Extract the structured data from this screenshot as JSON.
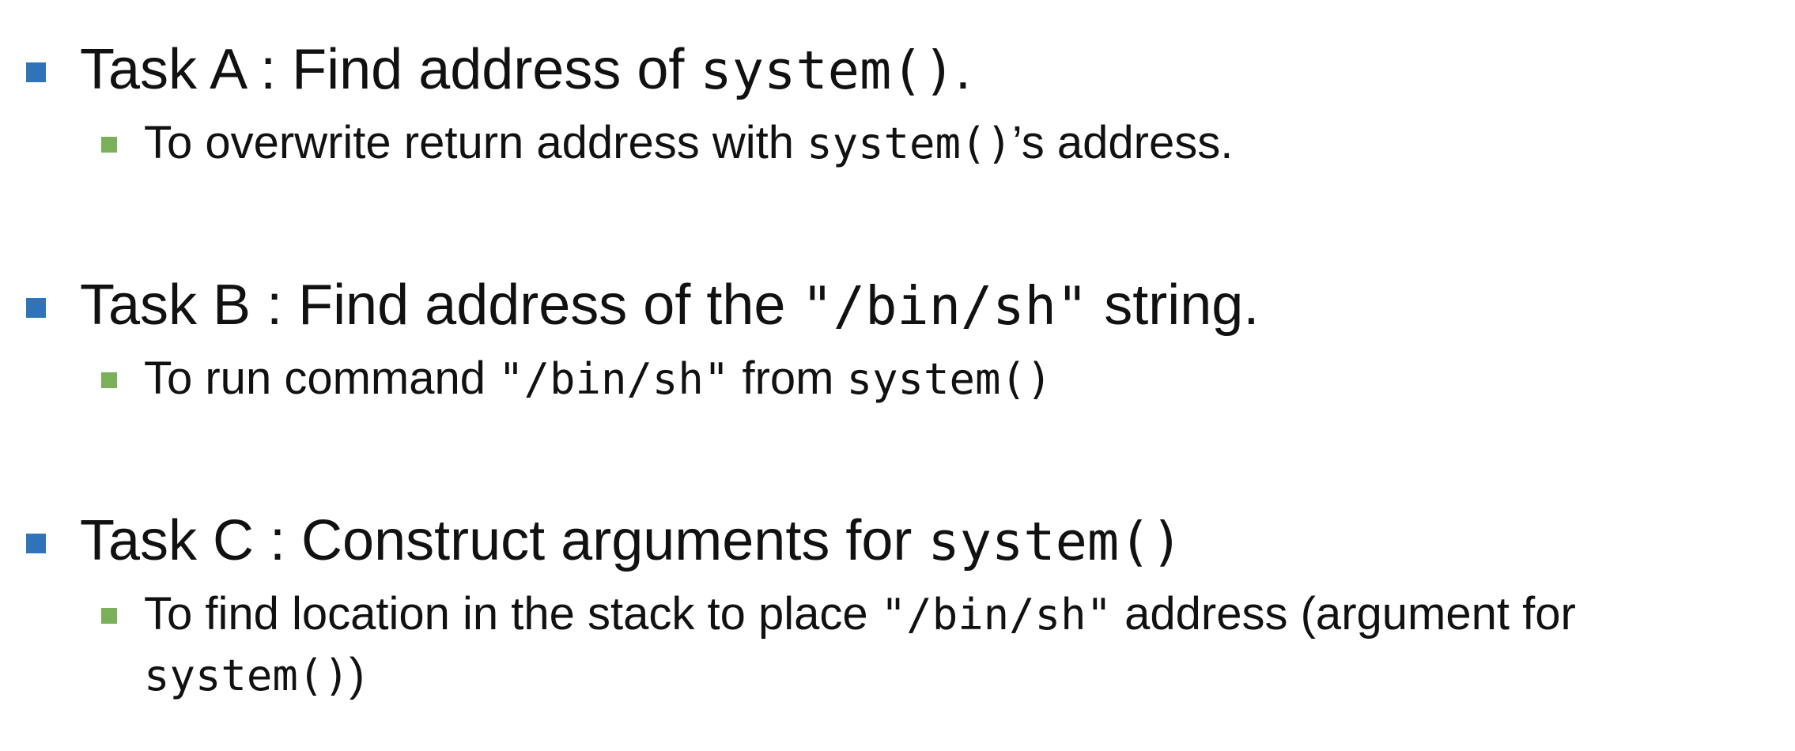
{
  "tasks": [
    {
      "main": {
        "text_before": "Task A : Find address of ",
        "code": "system()",
        "text_after": "."
      },
      "sub": {
        "text_before": "To overwrite return address with ",
        "code": "system()",
        "text_after": "’s address."
      }
    },
    {
      "main": {
        "text_before": "Task B : Find address of the ",
        "code": "\"/bin/sh\"",
        "text_after": " string."
      },
      "sub": {
        "text_before": "To run command ",
        "code": "\"/bin/sh\"",
        "text_middle": " from ",
        "code2": "system()"
      }
    },
    {
      "main": {
        "text_before": "Task C : Construct arguments for ",
        "code": "system()"
      },
      "sub": {
        "text_before": "To find location in the stack to place ",
        "code": "\"/bin/sh\"",
        "text_middle": " address (argument for ",
        "code2": "system()",
        "text_after": ")"
      }
    }
  ],
  "colors": {
    "main_bullet": "#2f74b9",
    "sub_bullet": "#7ab05a",
    "text": "#111111",
    "background": "#ffffff"
  }
}
